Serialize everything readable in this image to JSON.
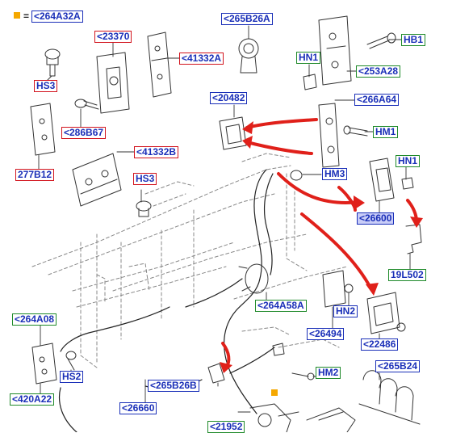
{
  "legend": {
    "marker_color": "#f5a800",
    "equals": "=",
    "label": "<264A32A"
  },
  "colors": {
    "blue": "#1a2fb8",
    "red": "#d2141e",
    "green": "#1f8a2a",
    "arrow": "#e0201a",
    "line": "#333333"
  },
  "labels": [
    {
      "id": "l1",
      "text": "<265B26A",
      "style": "blue"
    },
    {
      "id": "l2",
      "text": "HB1",
      "style": "green"
    },
    {
      "id": "l3",
      "text": "<23370",
      "style": "red"
    },
    {
      "id": "l4",
      "text": "HN1",
      "style": "green"
    },
    {
      "id": "l5",
      "text": "<41332A",
      "style": "red"
    },
    {
      "id": "l6",
      "text": "<253A28",
      "style": "green"
    },
    {
      "id": "l7",
      "text": "HS3",
      "style": "red"
    },
    {
      "id": "l8",
      "text": "<20482",
      "style": "blue"
    },
    {
      "id": "l9",
      "text": "<266A64",
      "style": "blue"
    },
    {
      "id": "l10",
      "text": "<286B67",
      "style": "red"
    },
    {
      "id": "l11",
      "text": "HM1",
      "style": "green"
    },
    {
      "id": "l12",
      "text": "<41332B",
      "style": "red"
    },
    {
      "id": "l13",
      "text": "HN1",
      "style": "green"
    },
    {
      "id": "l14",
      "text": "277B12",
      "style": "red"
    },
    {
      "id": "l15",
      "text": "HM3",
      "style": "blue"
    },
    {
      "id": "l16",
      "text": "HS3",
      "style": "red"
    },
    {
      "id": "l17",
      "text": "<26600",
      "style": "blue",
      "highlight": true
    },
    {
      "id": "l18",
      "text": "19L502",
      "style": "green"
    },
    {
      "id": "l19",
      "text": "<264A58A",
      "style": "green"
    },
    {
      "id": "l20",
      "text": "<264A08",
      "style": "green"
    },
    {
      "id": "l21",
      "text": "HN2",
      "style": "blue"
    },
    {
      "id": "l22",
      "text": "<26494",
      "style": "blue"
    },
    {
      "id": "l23",
      "text": "<22486",
      "style": "blue"
    },
    {
      "id": "l24",
      "text": "HS2",
      "style": "blue"
    },
    {
      "id": "l25",
      "text": "<265B24",
      "style": "blue"
    },
    {
      "id": "l26",
      "text": "HM2",
      "style": "green"
    },
    {
      "id": "l27",
      "text": "<265B26B",
      "style": "blue"
    },
    {
      "id": "l28",
      "text": "<420A22",
      "style": "green"
    },
    {
      "id": "l29",
      "text": "<26660",
      "style": "blue"
    },
    {
      "id": "l30",
      "text": "<21952",
      "style": "green"
    }
  ]
}
